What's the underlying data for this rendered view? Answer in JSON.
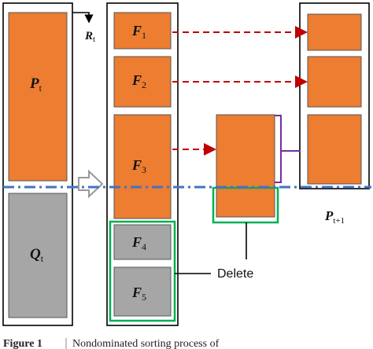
{
  "labels": {
    "P": {
      "main": "P",
      "sub": "t"
    },
    "Q": {
      "main": "Q",
      "sub": "t"
    },
    "R": {
      "main": "R",
      "sub": "t"
    },
    "F1": {
      "main": "F",
      "sub": "1"
    },
    "F2": {
      "main": "F",
      "sub": "2"
    },
    "F3": {
      "main": "F",
      "sub": "3"
    },
    "F4": {
      "main": "F",
      "sub": "4"
    },
    "F5": {
      "main": "F",
      "sub": "5"
    },
    "Pnext": {
      "main": "P",
      "sub": "t+1"
    },
    "delete": "Delete"
  },
  "caption": {
    "prefix": "Figure 1",
    "text": "Nondominated sorting process of"
  },
  "colors": {
    "orange": "#ED7D31",
    "gray": "#A6A6A6",
    "red_dashed": "#C00000",
    "blue_dashdot": "#4472C4",
    "green": "#00B050",
    "purple": "#7030A0"
  }
}
